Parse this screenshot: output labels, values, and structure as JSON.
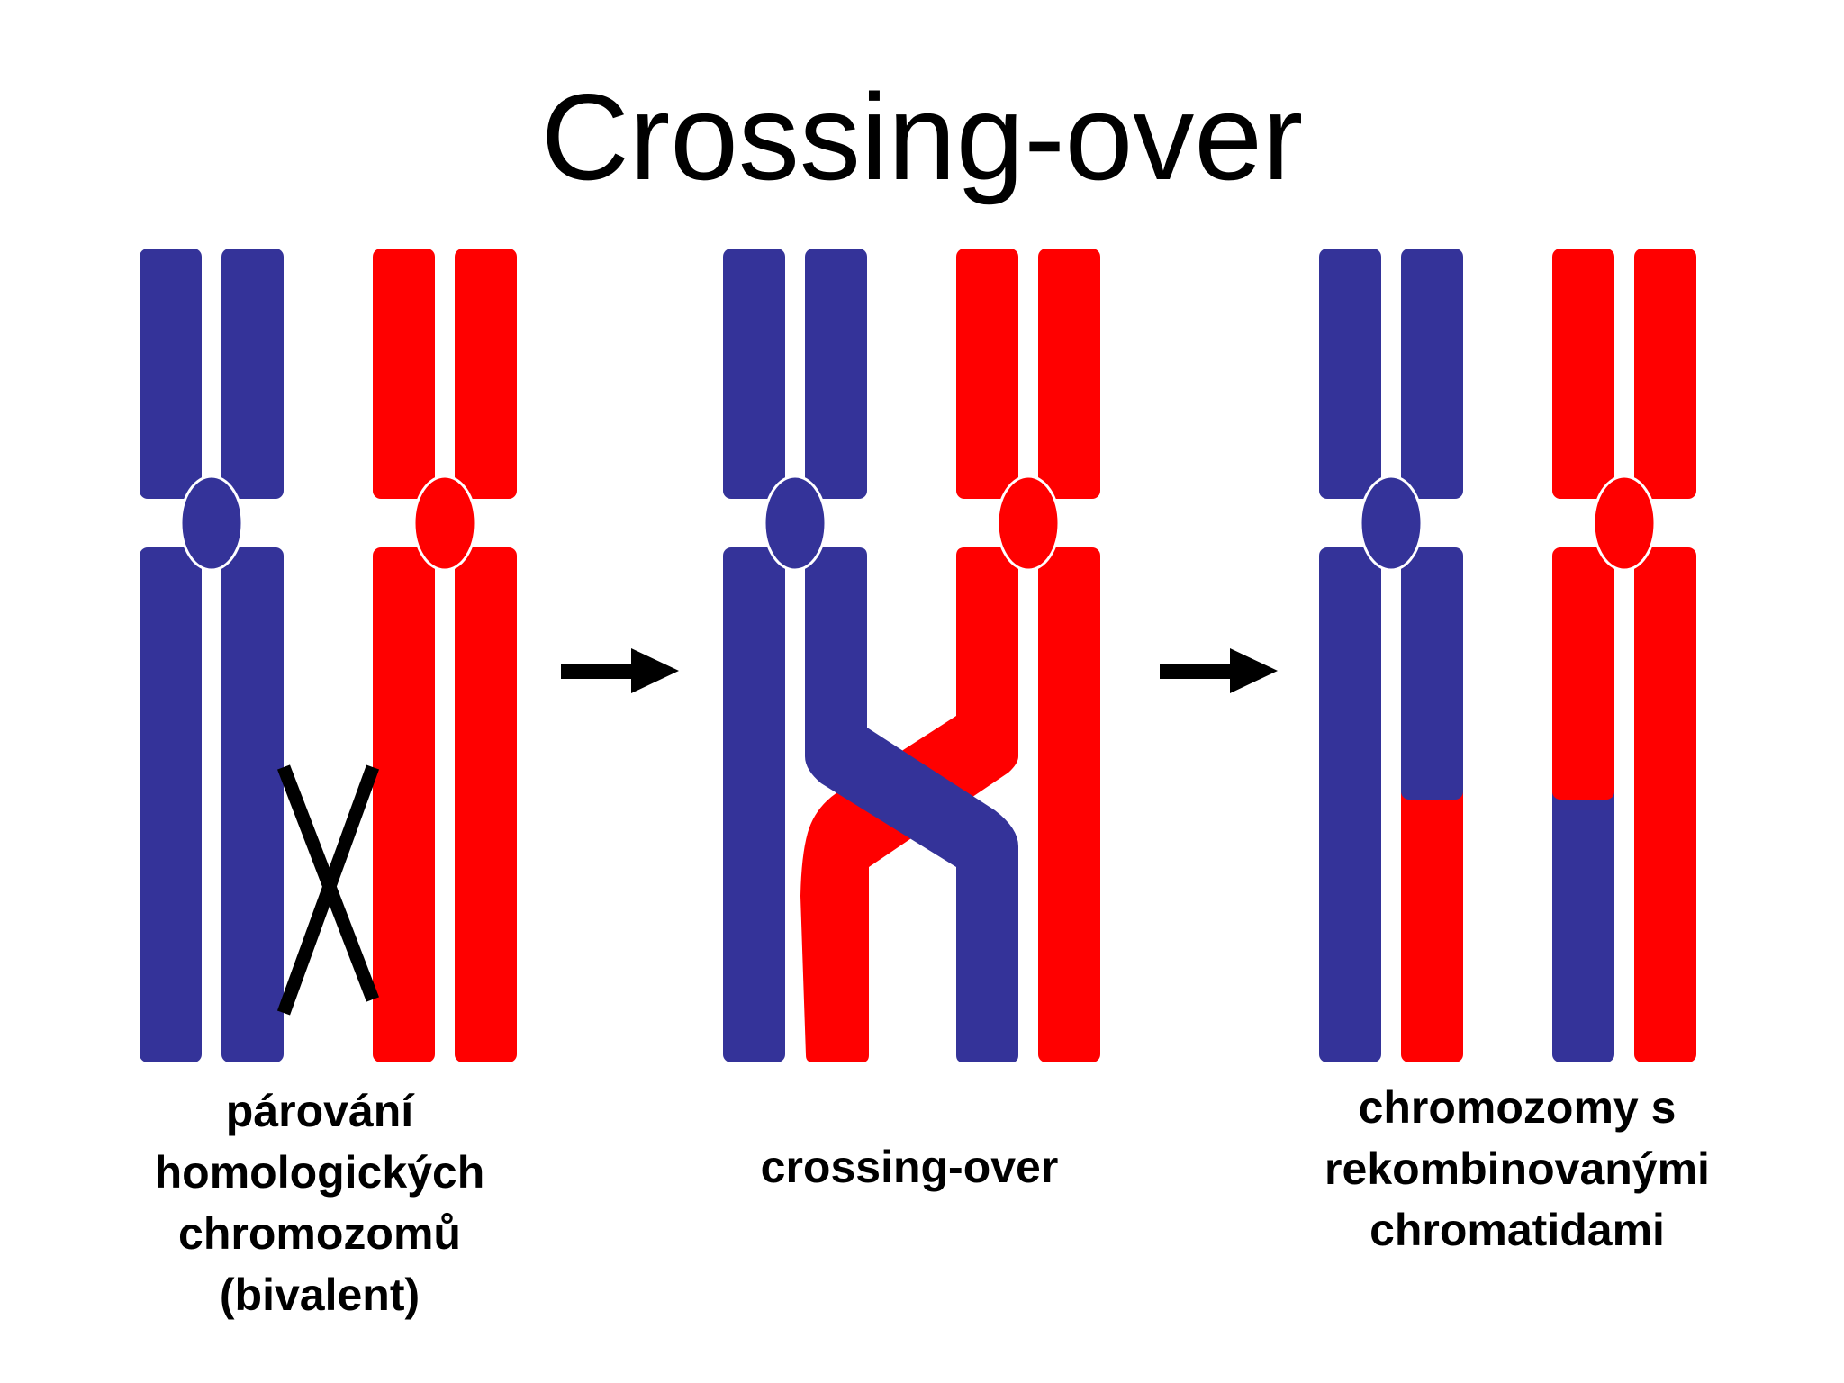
{
  "title": "Crossing-over",
  "panels": [
    {
      "caption_lines": [
        "párování",
        "homologických",
        "chromozomů",
        "(bivalent)"
      ]
    },
    {
      "caption_lines": [
        "crossing-over"
      ]
    },
    {
      "caption_lines": [
        "chromozomy s",
        "rekombinovanými",
        "chromatidami"
      ]
    }
  ],
  "colors": {
    "maternal": "#343399",
    "paternal": "#ff0000",
    "connector": "#000000",
    "background": "#ffffff"
  }
}
